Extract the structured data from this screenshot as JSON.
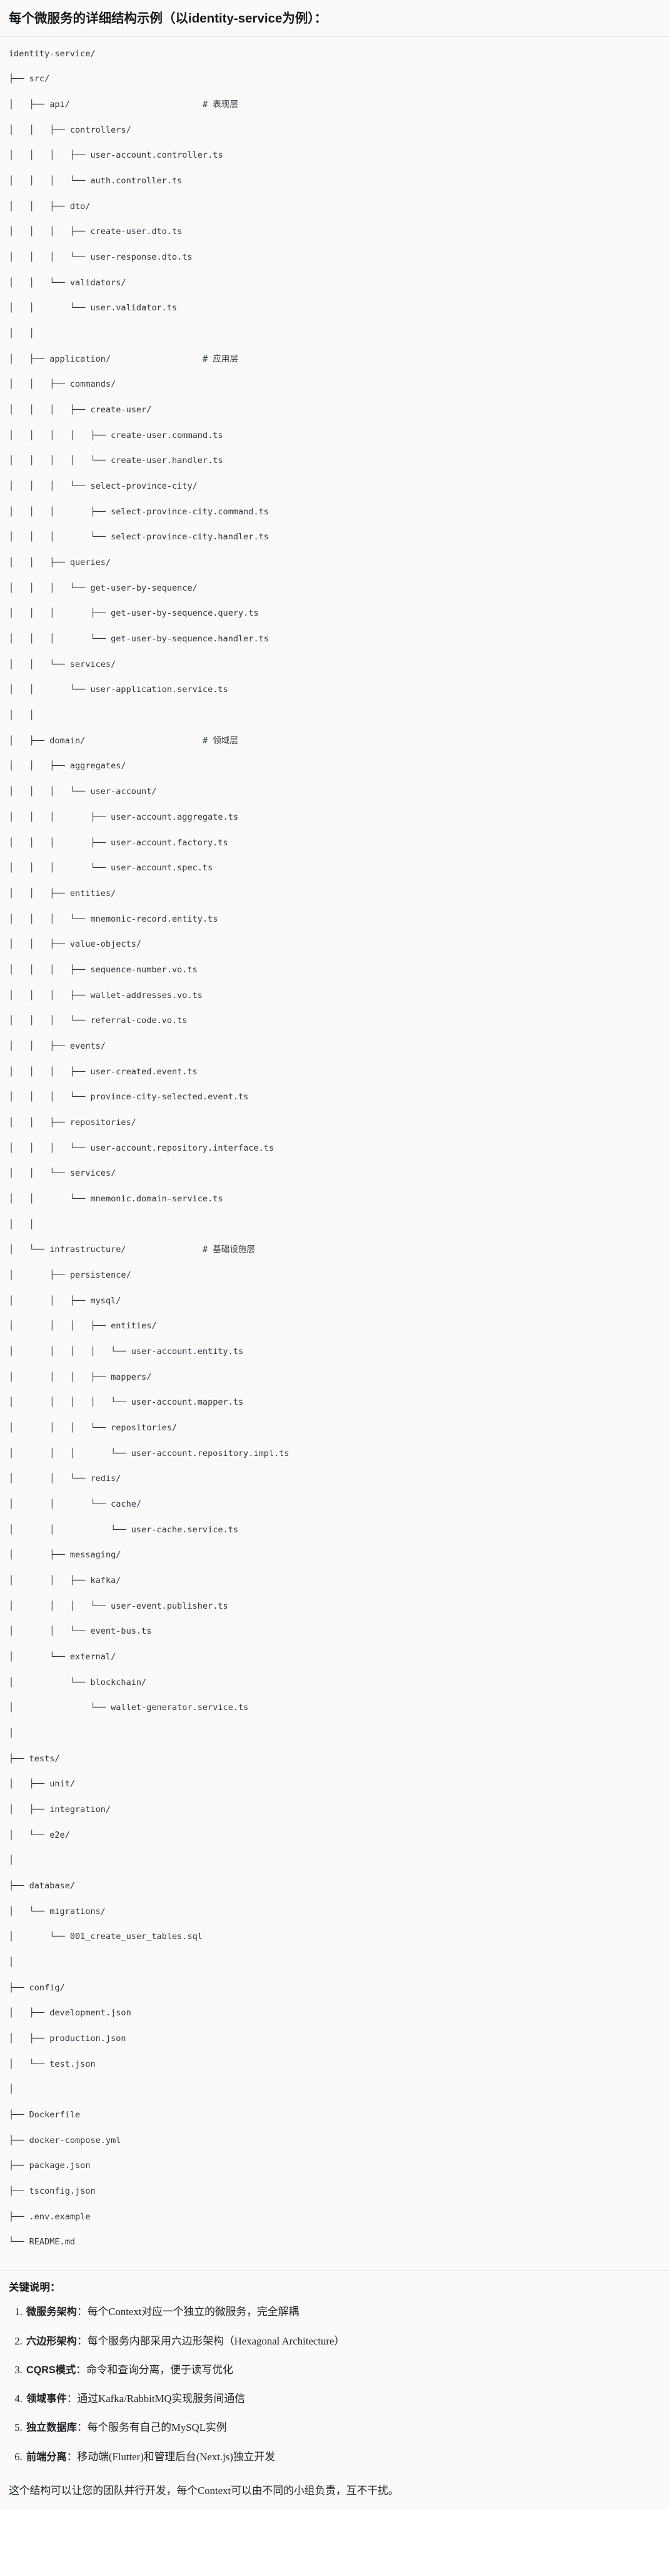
{
  "title": "每个微服务的详细结构示例（以identity-service为例）：",
  "tree": {
    "root_label": "identity-service/",
    "lines": [
      "identity-service/",
      "├── src/",
      "│   ├── api/                          # 表现层",
      "│   │   ├── controllers/",
      "│   │   │   ├── user-account.controller.ts",
      "│   │   │   └── auth.controller.ts",
      "│   │   ├── dto/",
      "│   │   │   ├── create-user.dto.ts",
      "│   │   │   └── user-response.dto.ts",
      "│   │   └── validators/",
      "│   │       └── user.validator.ts",
      "│   │",
      "│   ├── application/                  # 应用层",
      "│   │   ├── commands/",
      "│   │   │   ├── create-user/",
      "│   │   │   │   ├── create-user.command.ts",
      "│   │   │   │   └── create-user.handler.ts",
      "│   │   │   └── select-province-city/",
      "│   │   │       ├── select-province-city.command.ts",
      "│   │   │       └── select-province-city.handler.ts",
      "│   │   ├── queries/",
      "│   │   │   └── get-user-by-sequence/",
      "│   │   │       ├── get-user-by-sequence.query.ts",
      "│   │   │       └── get-user-by-sequence.handler.ts",
      "│   │   └── services/",
      "│   │       └── user-application.service.ts",
      "│   │",
      "│   ├── domain/                       # 领域层",
      "│   │   ├── aggregates/",
      "│   │   │   └── user-account/",
      "│   │   │       ├── user-account.aggregate.ts",
      "│   │   │       ├── user-account.factory.ts",
      "│   │   │       └── user-account.spec.ts",
      "│   │   ├── entities/",
      "│   │   │   └── mnemonic-record.entity.ts",
      "│   │   ├── value-objects/",
      "│   │   │   ├── sequence-number.vo.ts",
      "│   │   │   ├── wallet-addresses.vo.ts",
      "│   │   │   └── referral-code.vo.ts",
      "│   │   ├── events/",
      "│   │   │   ├── user-created.event.ts",
      "│   │   │   └── province-city-selected.event.ts",
      "│   │   ├── repositories/",
      "│   │   │   └── user-account.repository.interface.ts",
      "│   │   └── services/",
      "│   │       └── mnemonic.domain-service.ts",
      "│   │",
      "│   └── infrastructure/               # 基础设施层",
      "│       ├── persistence/",
      "│       │   ├── mysql/",
      "│       │   │   ├── entities/",
      "│       │   │   │   └── user-account.entity.ts",
      "│       │   │   ├── mappers/",
      "│       │   │   │   └── user-account.mapper.ts",
      "│       │   │   └── repositories/",
      "│       │   │       └── user-account.repository.impl.ts",
      "│       │   └── redis/",
      "│       │       └── cache/",
      "│       │           └── user-cache.service.ts",
      "│       ├── messaging/",
      "│       │   ├── kafka/",
      "│       │   │   └── user-event.publisher.ts",
      "│       │   └── event-bus.ts",
      "│       └── external/",
      "│           └── blockchain/",
      "│               └── wallet-generator.service.ts",
      "│",
      "├── tests/",
      "│   ├── unit/",
      "│   ├── integration/",
      "│   └── e2e/",
      "│",
      "├── database/",
      "│   └── migrations/",
      "│       └── 001_create_user_tables.sql",
      "│",
      "├── config/",
      "│   ├── development.json",
      "│   ├── production.json",
      "│   └── test.json",
      "│",
      "├── Dockerfile",
      "├── docker-compose.yml",
      "├── package.json",
      "├── tsconfig.json",
      "├── .env.example",
      "└── README.md"
    ],
    "layer_comments": [
      "# 表现层",
      "# 应用层",
      "# 领域层",
      "# 基础设施层"
    ]
  },
  "notes": {
    "heading": "关键说明：",
    "items": [
      {
        "term": "微服务架构",
        "desc": "：每个Context对应一个独立的微服务，完全解耦"
      },
      {
        "term": "六边形架构",
        "desc": "：每个服务内部采用六边形架构（Hexagonal Architecture）"
      },
      {
        "term": "CQRS模式",
        "desc": "：命令和查询分离，便于读写优化"
      },
      {
        "term": "领域事件",
        "desc": "：通过Kafka/RabbitMQ实现服务间通信"
      },
      {
        "term": "独立数据库",
        "desc": "：每个服务有自己的MySQL实例"
      },
      {
        "term": "前端分离",
        "desc": "：移动端(Flutter)和管理后台(Next.js)独立开发"
      }
    ],
    "closing": "这个结构可以让您的团队并行开发，每个Context可以由不同的小组负责，互不干扰。"
  },
  "colors": {
    "background": "#fbfaf8",
    "text": "#1f2328",
    "code_text": "#2f363d",
    "divider": "#e8e6e1"
  }
}
